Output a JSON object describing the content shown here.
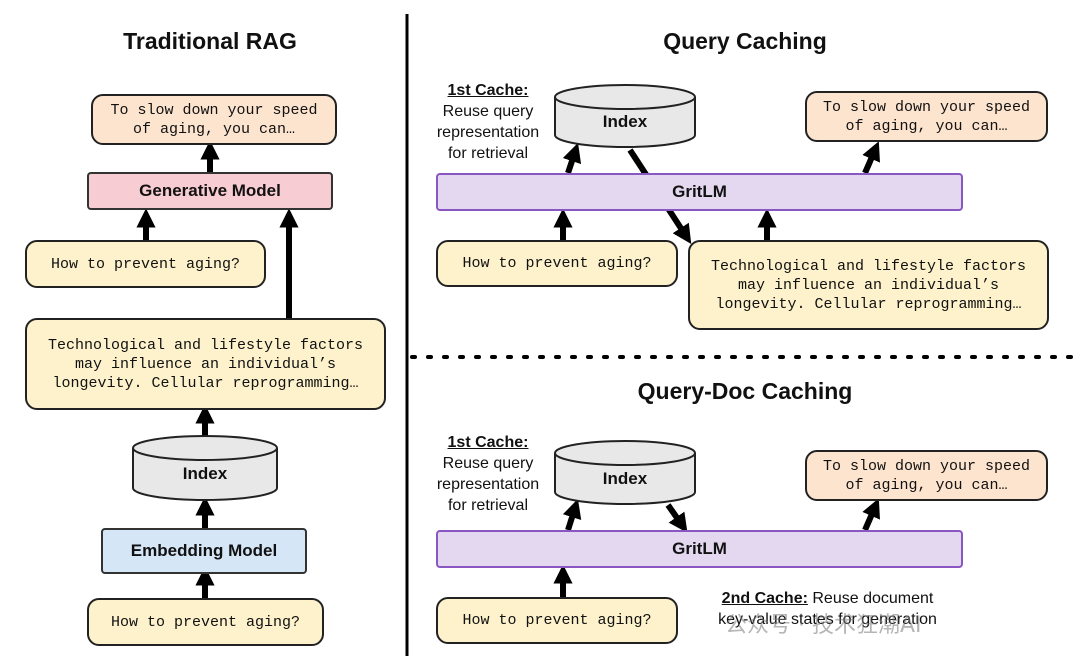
{
  "traditional": {
    "title": "Traditional RAG",
    "output": "To slow down your speed\nof aging, you can…",
    "generative_model": "Generative Model",
    "query": "How to prevent aging?",
    "document": "Technological and lifestyle factors\nmay influence an individual’s\nlongevity. Cellular reprogramming…",
    "index": "Index",
    "embedding_model": "Embedding Model",
    "query_bottom": "How to prevent aging?"
  },
  "query_caching": {
    "title": "Query Caching",
    "cache1_title": "1st Cache:",
    "cache1_text": "Reuse query\nrepresentation\nfor retrieval",
    "index": "Index",
    "output": "To slow down your speed\nof aging, you can…",
    "model": "GritLM",
    "query": "How to prevent aging?",
    "document": "Technological and lifestyle factors\nmay influence an individual’s\nlongevity. Cellular reprogramming…"
  },
  "query_doc_caching": {
    "title": "Query-Doc Caching",
    "cache1_title": "1st Cache:",
    "cache1_text": "Reuse query\nrepresentation\nfor retrieval",
    "index": "Index",
    "output": "To slow down your speed\nof aging, you can…",
    "model": "GritLM",
    "query": "How to prevent aging?",
    "cache2_title": "2nd Cache:",
    "cache2_text_1": " Reuse document",
    "cache2_text_2": "key-value states for generation"
  },
  "watermark": "公众号 · 技术狂潮AI",
  "colors": {
    "query_fill": "#fdf2cc",
    "output_fill": "#fde4cf",
    "generative_fill": "#f8ccd3",
    "embedding_fill": "#d5e6f7",
    "gritlm_fill": "#e4d8f1",
    "gritlm_border": "#8a56c2",
    "index_fill": "#e8e8e8"
  }
}
